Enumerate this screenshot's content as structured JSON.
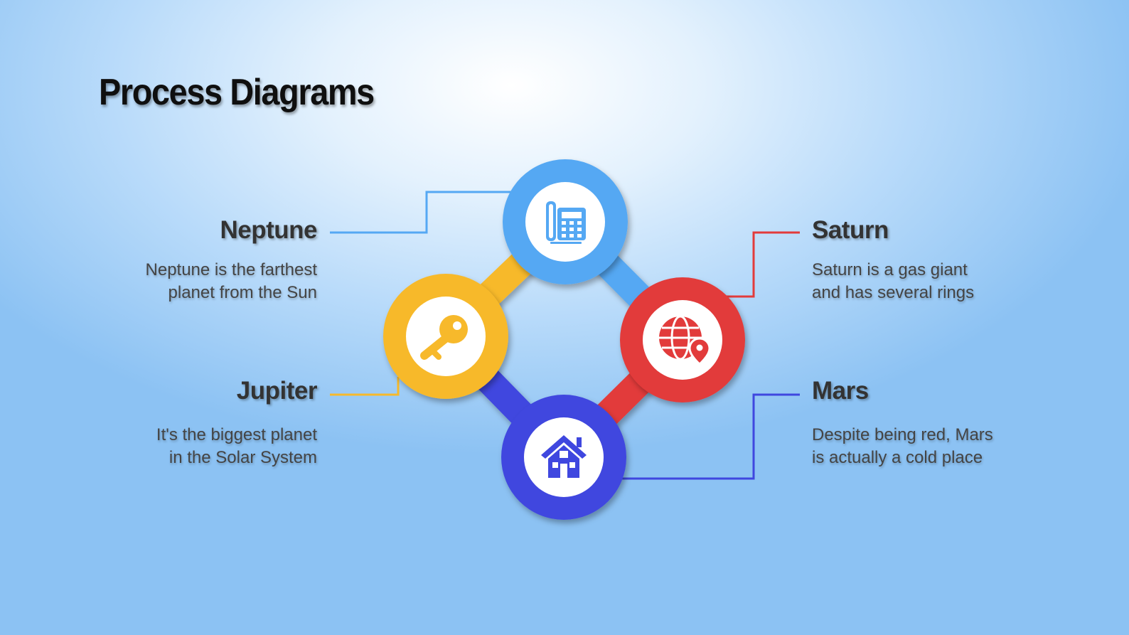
{
  "title": "Process Diagrams",
  "colors": {
    "neptune": "#55a8f3",
    "saturn": "#e23b3b",
    "jupiter": "#f7b92b",
    "mars": "#3f47df"
  },
  "items": {
    "neptune": {
      "title": "Neptune",
      "text_line1": "Neptune is the farthest",
      "text_line2": "planet from the Sun",
      "icon": "phone-icon"
    },
    "saturn": {
      "title": "Saturn",
      "text_line1": "Saturn is a gas giant",
      "text_line2": "and has several rings",
      "icon": "globe-location-icon"
    },
    "jupiter": {
      "title": "Jupiter",
      "text_line1": "It's the biggest planet",
      "text_line2": "in the Solar System",
      "icon": "key-icon"
    },
    "mars": {
      "title": "Mars",
      "text_line1": "Despite being red, Mars",
      "text_line2": "is actually a cold place",
      "icon": "house-icon"
    }
  }
}
